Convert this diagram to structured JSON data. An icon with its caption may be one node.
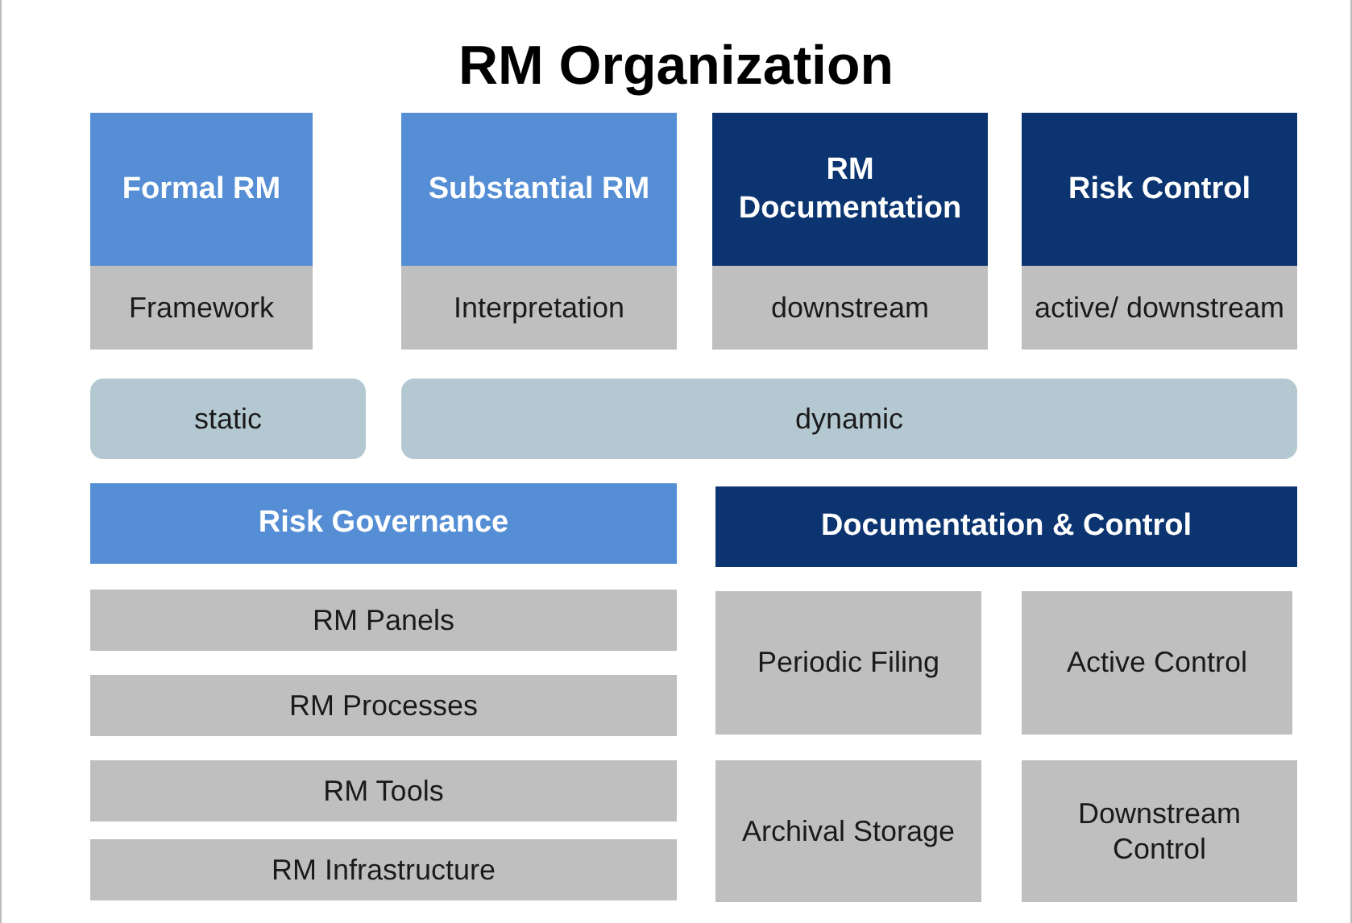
{
  "diagram": {
    "title": "RM Organization",
    "nodes": [
      {
        "text": [
          "Formal RM"
        ]
      },
      {
        "text": [
          "Framework"
        ]
      },
      {
        "text": [
          "Substantial RM"
        ]
      },
      {
        "text": [
          "Interpretation"
        ]
      },
      {
        "text": [
          "RM Documentation"
        ]
      },
      {
        "text": [
          "downstream"
        ]
      },
      {
        "text": [
          "Risk Control"
        ]
      },
      {
        "text": [
          "active/ downstream"
        ]
      },
      {
        "text": [
          "static"
        ]
      },
      {
        "text": [
          "dynamic"
        ]
      },
      {
        "text": [
          "Risk Governance"
        ]
      },
      {
        "text": [
          "RM Panels"
        ]
      },
      {
        "text": [
          "RM Processes"
        ]
      },
      {
        "text": [
          "RM Tools"
        ]
      },
      {
        "text": [
          "RM Infrastructure"
        ]
      },
      {
        "text": [
          "Documentation & Control"
        ]
      },
      {
        "text": [
          "Periodic Filing"
        ]
      },
      {
        "text": [
          "Active Control"
        ]
      },
      {
        "text": [
          "Archival Storage"
        ]
      },
      {
        "text": [
          "Downstream Control"
        ]
      }
    ]
  }
}
